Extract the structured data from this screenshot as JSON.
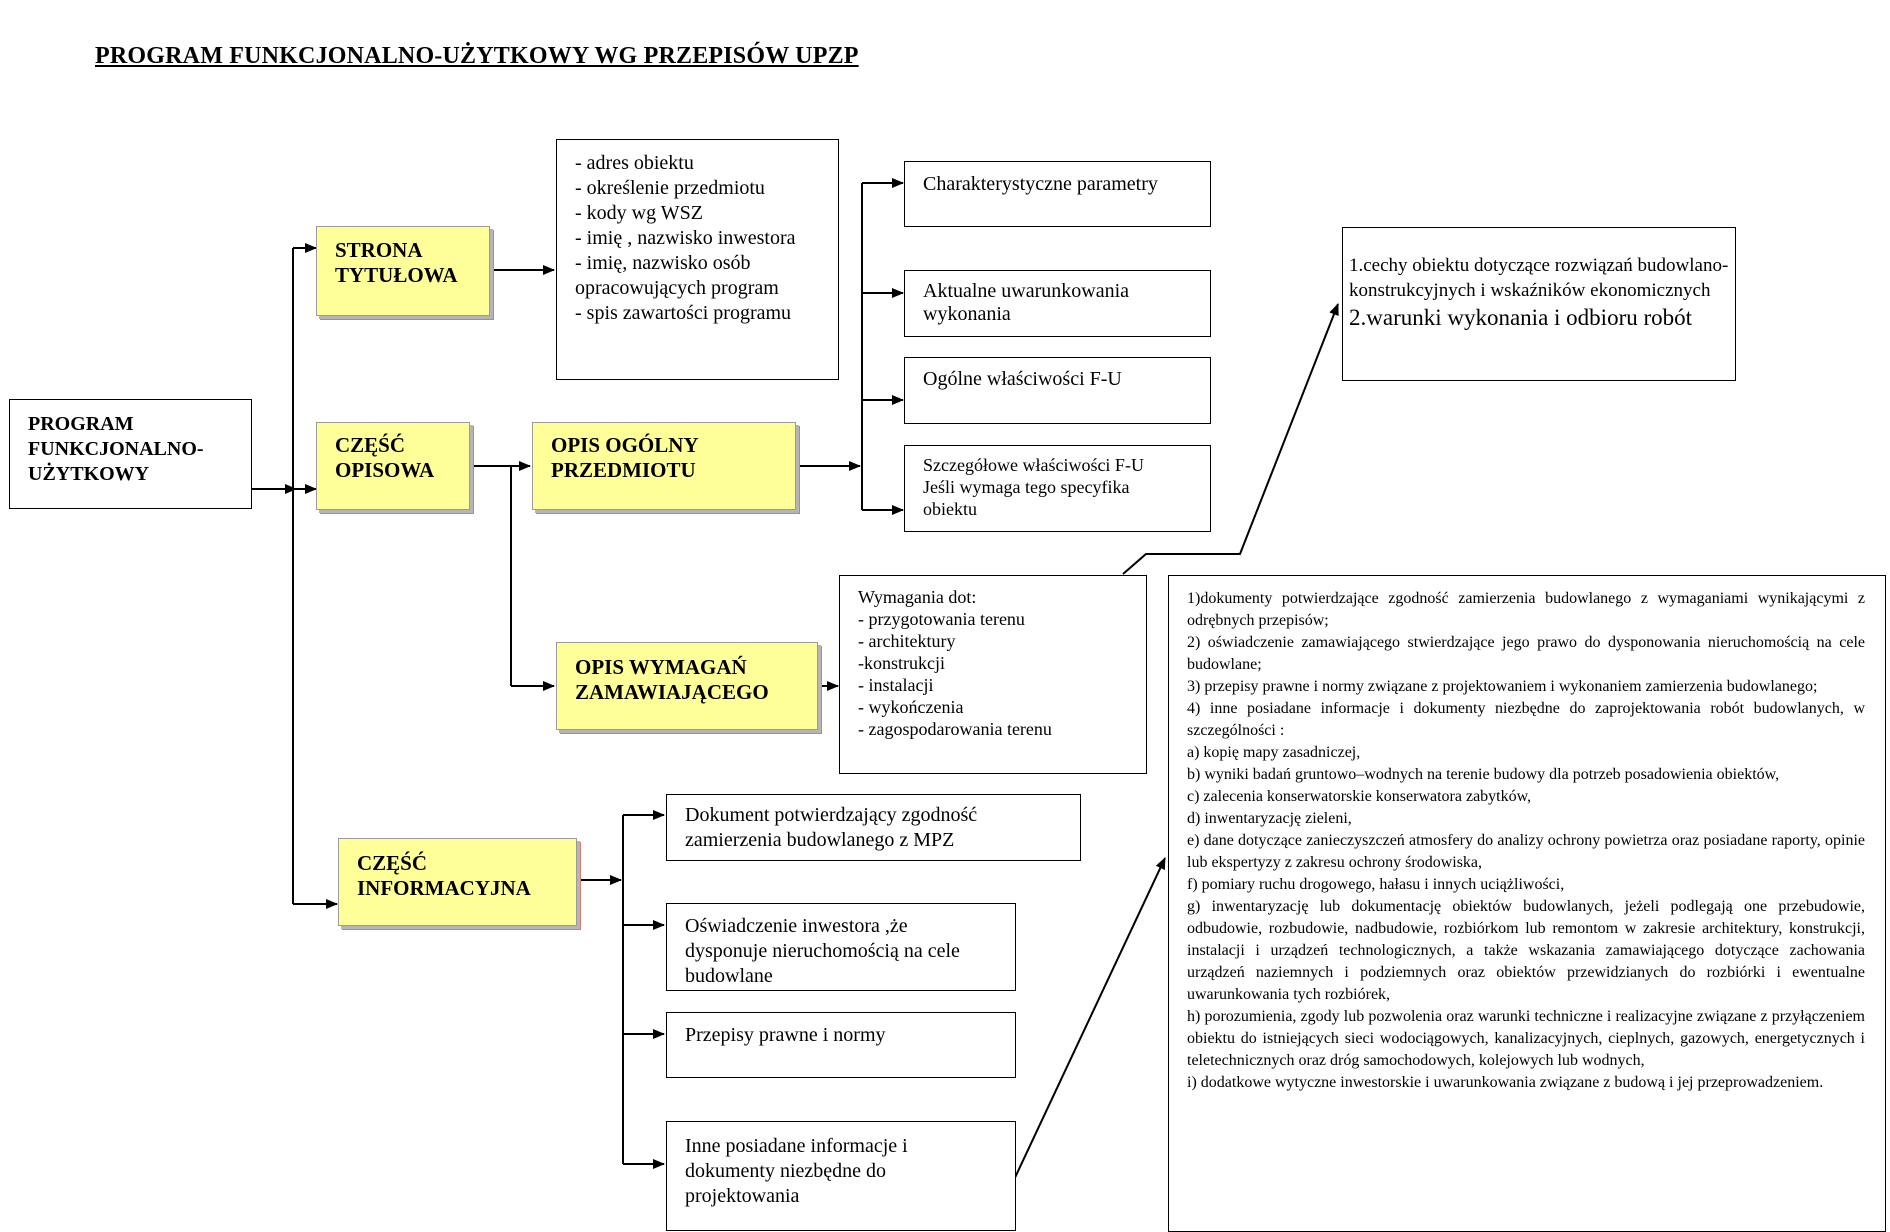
{
  "title": "PROGRAM FUNKCJONALNO-UŻYTKOWY  WG PRZEPISÓW  UPZP",
  "main_node": [
    "PROGRAM",
    "FUNKCJONALNO-",
    "UŻYTKOWY"
  ],
  "strona": {
    "label": [
      "STRONA",
      "TYTUŁOWA"
    ],
    "details": [
      "- adres obiektu",
      "- określenie przedmiotu",
      "- kody wg WSZ",
      "- imię , nazwisko inwestora",
      "- imię, nazwisko osób",
      "opracowujących program",
      "- spis zawartości programu"
    ]
  },
  "opisowa": {
    "label": [
      "CZĘŚĆ",
      "OPISOWA"
    ],
    "opis_ogolny": [
      "OPIS OGÓLNY",
      "PRZEDMIOTU"
    ],
    "ogolny_items": [
      [
        "Charakterystyczne parametry"
      ],
      [
        "Aktualne uwarunkowania",
        "wykonania"
      ],
      [
        "Ogólne właściwości F-U"
      ],
      [
        "Szczegółowe właściwości F-U",
        "Jeśli wymaga tego specyfika",
        "obiektu"
      ]
    ],
    "opis_wymagan": [
      "OPIS WYMAGAŃ",
      "ZAMAWIAJĄCEGO"
    ],
    "wymagania": [
      "Wymagania dot:",
      "- przygotowania terenu",
      "- architektury",
      "-konstrukcji",
      "- instalacji",
      "- wykończenia",
      "- zagospodarowania terenu"
    ],
    "cechy": {
      "p1": "1.cechy obiektu dotyczące rozwiązań budowlano- konstrukcyjnych i wskaźników ekonomicznych",
      "p2": "2.warunki wykonania i odbioru robót"
    }
  },
  "informacyjna": {
    "label": [
      "CZĘŚĆ",
      "INFORMACYJNA"
    ],
    "items": [
      [
        "Dokument potwierdzający zgodność",
        "zamierzenia budowlanego z  MPZ"
      ],
      [
        "Oświadczenie inwestora ,że",
        "dysponuje nieruchomością na cele",
        "budowlane"
      ],
      [
        "Przepisy prawne i normy"
      ],
      [
        "Inne posiadane informacje i",
        "dokumenty niezbędne do",
        "projektowania"
      ]
    ],
    "dokumenty": [
      "1)dokumenty potwierdzające zgodność zamierzenia  budowlanego z wymaganiami wynikającymi z odrębnych przepisów;",
      "2)     oświadczenie zamawiającego stwierdzające jego prawo do dysponowania nieruchomością na cele budowlane;",
      "3) przepisy prawne i normy związane z projektowaniem i wykonaniem zamierzenia budowlanego;",
      "4)    inne posiadane informacje i dokumenty niezbędne do zaprojektowania robót budowlanych, w  szczególności :",
      "a)     kopię mapy zasadniczej,",
      "b)     wyniki badań gruntowo–wodnych na terenie budowy dla potrzeb posadowienia obiektów,",
      "c)    zalecenia konserwatorskie konserwatora zabytków,",
      "d)    inwentaryzację zieleni,",
      "e)       dane dotyczące zanieczyszczeń atmosfery do analizy ochrony powietrza oraz posiadane raporty, opinie lub ekspertyzy z zakresu ochrony środowiska,",
      "f)     pomiary ruchu drogowego, hałasu i innych uciążliwości,",
      "g)       inwentaryzację lub dokumentację obiektów budowlanych,  jeżeli podlegają one przebudowie, odbudowie, rozbudowie, nadbudowie,   rozbiórkom  lub remontom w zakresie architektury, konstrukcji, instalacji i urządzeń technologicznych, a także wskazania zamawiającego dotyczące zachowania urządzeń naziemnych i podziemnych oraz obiektów przewidzianych do rozbiórki i ewentualne uwarunkowania tych rozbiórek,",
      "h)       porozumienia, zgody lub pozwolenia oraz warunki techniczne i realizacyjne związane z przyłączeniem obiektu do istniejących sieci wodociągowych, kanalizacyjnych, cieplnych, gazowych, energetycznych i teletechnicznych oraz dróg samochodowych, kolejowych lub wodnych,",
      "i)       dodatkowe wytyczne inwestorskie i uwarunkowania związane z budową i jej przeprowadzeniem."
    ]
  }
}
